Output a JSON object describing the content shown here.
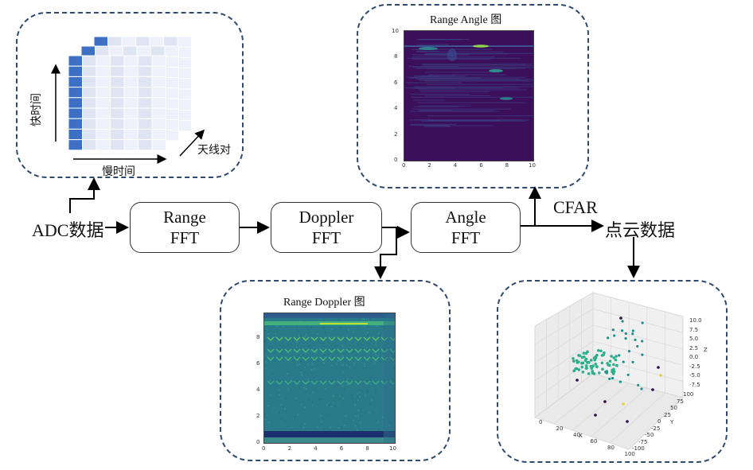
{
  "blocks": {
    "range": {
      "line1": "Range",
      "line2": "FFT"
    },
    "doppler": {
      "line1": "Doppler",
      "line2": "FFT"
    },
    "angle": {
      "line1": "Angle",
      "line2": "FFT"
    }
  },
  "labels": {
    "adc": "ADC数据",
    "cfar": "CFAR",
    "pointcloud": "点云数据"
  },
  "cube": {
    "fast_time": "快时间",
    "slow_time": "慢时间",
    "antenna_pair": "天线对"
  },
  "range_angle": {
    "title": "Range Angle 图",
    "y_ticks": [
      "10",
      "8",
      "6",
      "4",
      "2",
      "0"
    ],
    "x_ticks": [
      "0",
      "2",
      "4",
      "6",
      "8",
      "10"
    ]
  },
  "range_doppler": {
    "title": "Range Doppler 图",
    "y_ticks": [
      "8",
      "6",
      "4",
      "2",
      "0"
    ],
    "x_ticks": [
      "0",
      "2",
      "4",
      "6",
      "8",
      "10"
    ]
  },
  "scatter3d": {
    "x_label": "X",
    "y_label": "Y",
    "z_label": "Z",
    "x_ticks": [
      "0",
      "20",
      "40",
      "60",
      "80",
      "100"
    ],
    "y_ticks": [
      "100",
      "75",
      "50",
      "25",
      "0",
      "-25",
      "-50",
      "-75",
      "-100"
    ],
    "z_ticks": [
      "10.0",
      "7.5",
      "5.0",
      "2.5",
      "0.0",
      "-2.5",
      "-5.0",
      "-7.5"
    ]
  },
  "colors": {
    "panel_border": "#2f4a6d",
    "cube_accent": "#3d6fc4",
    "cube_light": "#dfe4f3",
    "heatmap_dark": "#3b0f5a",
    "doppler_base": "#2a7b8a",
    "scatter_point": "#2bb08a"
  }
}
